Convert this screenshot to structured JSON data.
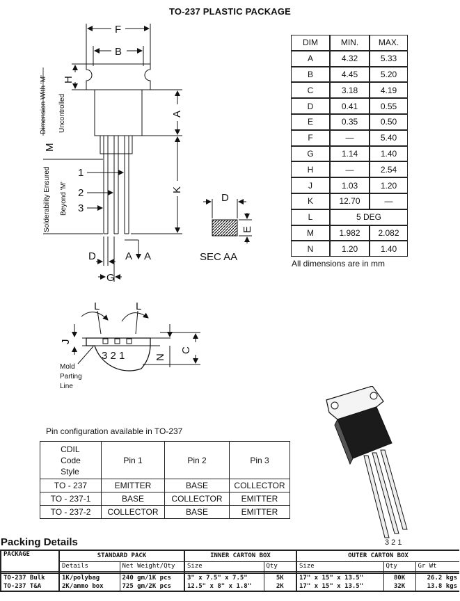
{
  "title": "TO-237 PLASTIC PACKAGE",
  "dimensions": {
    "header": [
      "DIM",
      "MIN.",
      "MAX."
    ],
    "rows": [
      [
        "A",
        "4.32",
        "5.33"
      ],
      [
        "B",
        "4.45",
        "5.20"
      ],
      [
        "C",
        "3.18",
        "4.19"
      ],
      [
        "D",
        "0.41",
        "0.55"
      ],
      [
        "E",
        "0.35",
        "0.50"
      ],
      [
        "F",
        "—",
        "5.40"
      ],
      [
        "G",
        "1.14",
        "1.40"
      ],
      [
        "H",
        "—",
        "2.54"
      ],
      [
        "J",
        "1.03",
        "1.20"
      ],
      [
        "K",
        "12.70",
        "—"
      ],
      [
        "L",
        "5 DEG",
        ""
      ],
      [
        "M",
        "1.982",
        "2.082"
      ],
      [
        "N",
        "1.20",
        "1.40"
      ]
    ],
    "note": "All dimensions are in mm"
  },
  "drawing": {
    "labels": {
      "F": "F",
      "B": "B",
      "H": "H",
      "A": "A",
      "M": "M",
      "K": "K",
      "D": "D",
      "E": "E",
      "G": "G",
      "J": "J",
      "N": "N",
      "C": "C",
      "L": "L",
      "pin1": "1",
      "pin2": "2",
      "pin3": "3",
      "sec_a1": "A",
      "sec_a2": "A",
      "sec_aa": "SEC AA",
      "dim_m_line1": "Dimension With 'M'",
      "dim_m_line2": "Uncontrolled",
      "solder_line1": "Solderability Ensured",
      "solder_line2": "Beyond 'M'",
      "mold1": "Mold",
      "mold2": "Parting",
      "mold3": "Line",
      "bottom_pins": "3 2 1",
      "photo_pins": "3 2 1"
    }
  },
  "pin_config": {
    "caption": "Pin configuration available in TO-237",
    "header": {
      "code_style": [
        "CDIL",
        "Code",
        "Style"
      ],
      "pin1": "Pin 1",
      "pin2": "Pin 2",
      "pin3": "Pin 3"
    },
    "rows": [
      [
        "TO - 237",
        "EMITTER",
        "BASE",
        "COLLECTOR"
      ],
      [
        "TO - 237-1",
        "BASE",
        "COLLECTOR",
        "EMITTER"
      ],
      [
        "TO - 237-2",
        "COLLECTOR",
        "BASE",
        "EMITTER"
      ]
    ]
  },
  "packing": {
    "title": "Packing Details",
    "groups": {
      "package": "PACKAGE",
      "standard": "STANDARD PACK",
      "inner": "INNER CARTON BOX",
      "outer": "OUTER CARTON BOX"
    },
    "subheaders": {
      "details": "Details",
      "net_weight": "Net Weight/Qty",
      "inner_size": "Size",
      "inner_qty": "Qty",
      "outer_size": "Size",
      "outer_qty": "Qty",
      "gr_wt": "Gr Wt"
    },
    "rows": [
      {
        "package": "TO-237 Bulk",
        "details": "1K/polybag",
        "net_weight": "240 gm/1K pcs",
        "inner_size": "3\" x 7.5\" x 7.5\"",
        "inner_qty": "5K",
        "outer_size": "17\" x 15\" x 13.5\"",
        "outer_qty": "80K",
        "gr_wt": "26.2 kgs"
      },
      {
        "package": "TO-237 T&A",
        "details": "2K/ammo box",
        "net_weight": "725 gm/2K pcs",
        "inner_size": "12.5\" x 8\" x 1.8\"",
        "inner_qty": "2K",
        "outer_size": "17\" x 15\" x 13.5\"",
        "outer_qty": "32K",
        "gr_wt": "13.8 kgs"
      }
    ]
  }
}
